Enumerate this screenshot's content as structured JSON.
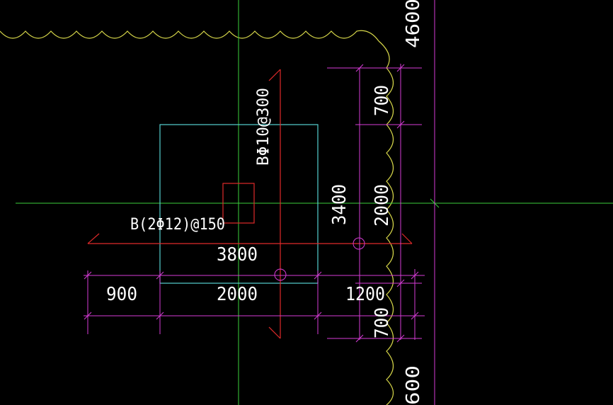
{
  "colors": {
    "background": "#000000",
    "axis": "#3ccf3c",
    "dimension": "#d63cd6",
    "outline": "#55d0d0",
    "rebar": "#e02a2a",
    "cloud": "#d8d84a",
    "text": "#ffffff"
  },
  "labels": {
    "rebar_vertical": "BΦ10@300",
    "rebar_horizontal": "B(2Φ12)@150"
  },
  "dimensions": {
    "d3800": "3800",
    "d900": "900",
    "d2000_h": "2000",
    "d1200": "1200",
    "d3400": "3400",
    "d2000_v": "2000",
    "d700_top": "700",
    "d700_bottom": "700",
    "d4600": "4600",
    "d600": "600"
  }
}
